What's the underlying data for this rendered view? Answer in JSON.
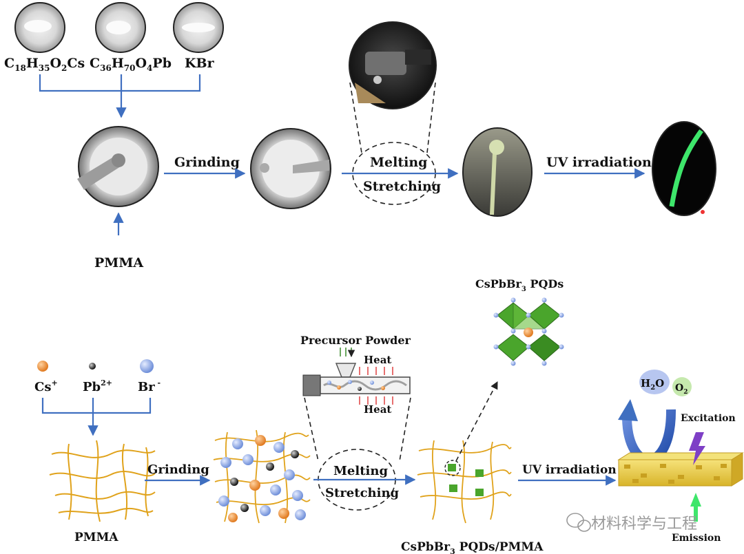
{
  "top": {
    "precursors": {
      "cs": {
        "base": "C",
        "s1": "18",
        "m1": "H",
        "s2": "35",
        "m2": "O",
        "s3": "2",
        "m3": "Cs"
      },
      "pb": {
        "base": "C",
        "s1": "36",
        "m1": "H",
        "s2": "70",
        "m2": "O",
        "s3": "4",
        "m3": "Pb"
      },
      "kbr": "KBr"
    },
    "pmma": "PMMA",
    "step_grinding": "Grinding",
    "step_melting": "Melting",
    "step_stretching": "Stretching",
    "step_uv": "UV irradiation"
  },
  "bottom": {
    "ions": {
      "cs": {
        "base": "Cs",
        "sup": "+"
      },
      "pb": {
        "base": "Pb",
        "sup": "2+"
      },
      "br": {
        "base": "Br",
        "sup": " -"
      }
    },
    "pmma": "PMMA",
    "step_grinding": "Grinding",
    "step_melting": "Melting",
    "step_stretching": "Stretching",
    "step_uv": "UV irradiation",
    "precursor_powder": "Precursor Powder",
    "heat_top": "Heat",
    "heat_bottom": "Heat",
    "pqds_title": {
      "base": "CsPbBr",
      "sub": "3",
      "rest": " PQDs"
    },
    "composite": {
      "base": "CsPbBr",
      "sub": "3",
      "rest": " PQDs/PMMA"
    },
    "h2o": {
      "a": "H",
      "sub": "2",
      "b": "O"
    },
    "o2": {
      "a": "O",
      "sub": "2"
    },
    "excitation": "Excitation",
    "emission": "Emission"
  },
  "watermark": "材料科学与工程",
  "colors": {
    "arrow_blue": "#3f6fc0",
    "cs_orange": "#f0913a",
    "br_blue": "#8fa8e6",
    "polymer_yellow": "#e0a21a",
    "pqd_green": "#4aa52c",
    "emission_green": "#3ee66b",
    "excitation_purple": "#7e3fc6"
  }
}
